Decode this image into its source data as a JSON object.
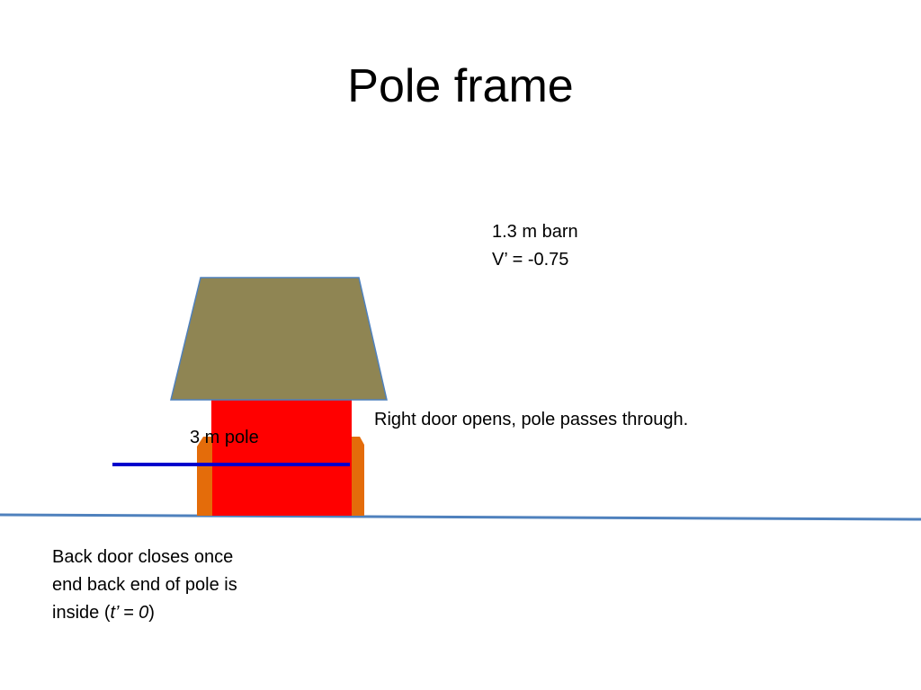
{
  "slide": {
    "title": "Pole frame"
  },
  "barn": {
    "line1": "1.3 m barn",
    "line2": "V’ = -0.75",
    "roof_color": "#8f8553",
    "wall_color": "#ff0000",
    "door_color": "#e46c0a"
  },
  "pole": {
    "label": "3 m pole",
    "color": "#0000cc"
  },
  "ground": {
    "color": "#4f81bd"
  },
  "notes": {
    "right_door": "Right door opens, pole passes through.",
    "back_door_line1": "Back door closes once",
    "back_door_line2": "end back end of pole is",
    "back_door_line3_prefix": "inside (",
    "back_door_line3_var": "t’ = 0",
    "back_door_line3_suffix": ")"
  }
}
